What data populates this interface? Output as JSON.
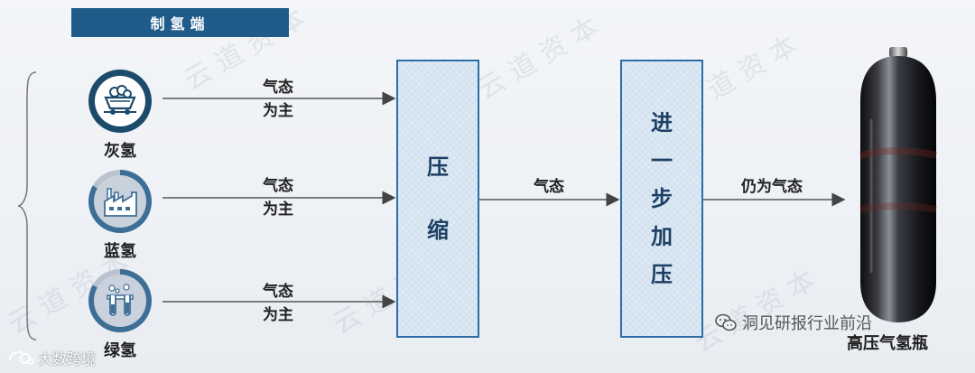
{
  "header": {
    "title": "制氢端"
  },
  "sources": [
    {
      "label": "灰氢",
      "icon": "coal-cart-icon",
      "ring_color": "#1b4a6b"
    },
    {
      "label": "蓝氢",
      "icon": "factory-icon",
      "ring_color": "#3d6f96"
    },
    {
      "label": "绿氢",
      "icon": "test-tube-icon",
      "ring_color": "#3d6f96"
    }
  ],
  "flows": {
    "source_to_compress": [
      "气态为主",
      "气态为主",
      "气态为主"
    ],
    "compress_to_further": "气态",
    "further_to_tank": "仍为气态"
  },
  "boxes": {
    "compress": {
      "chars": [
        "压",
        "缩"
      ]
    },
    "further": {
      "chars": [
        "进",
        "一",
        "步",
        "加",
        "压"
      ]
    }
  },
  "tank": {
    "label": "高压气氢瓶"
  },
  "watermarks": {
    "wechat": "洞见研报行业前沿",
    "corner": "大数跨境"
  },
  "colors": {
    "header_bg": "#1f5c8a",
    "box_border": "#2e6da4",
    "box_fill": "#dce9f5"
  }
}
